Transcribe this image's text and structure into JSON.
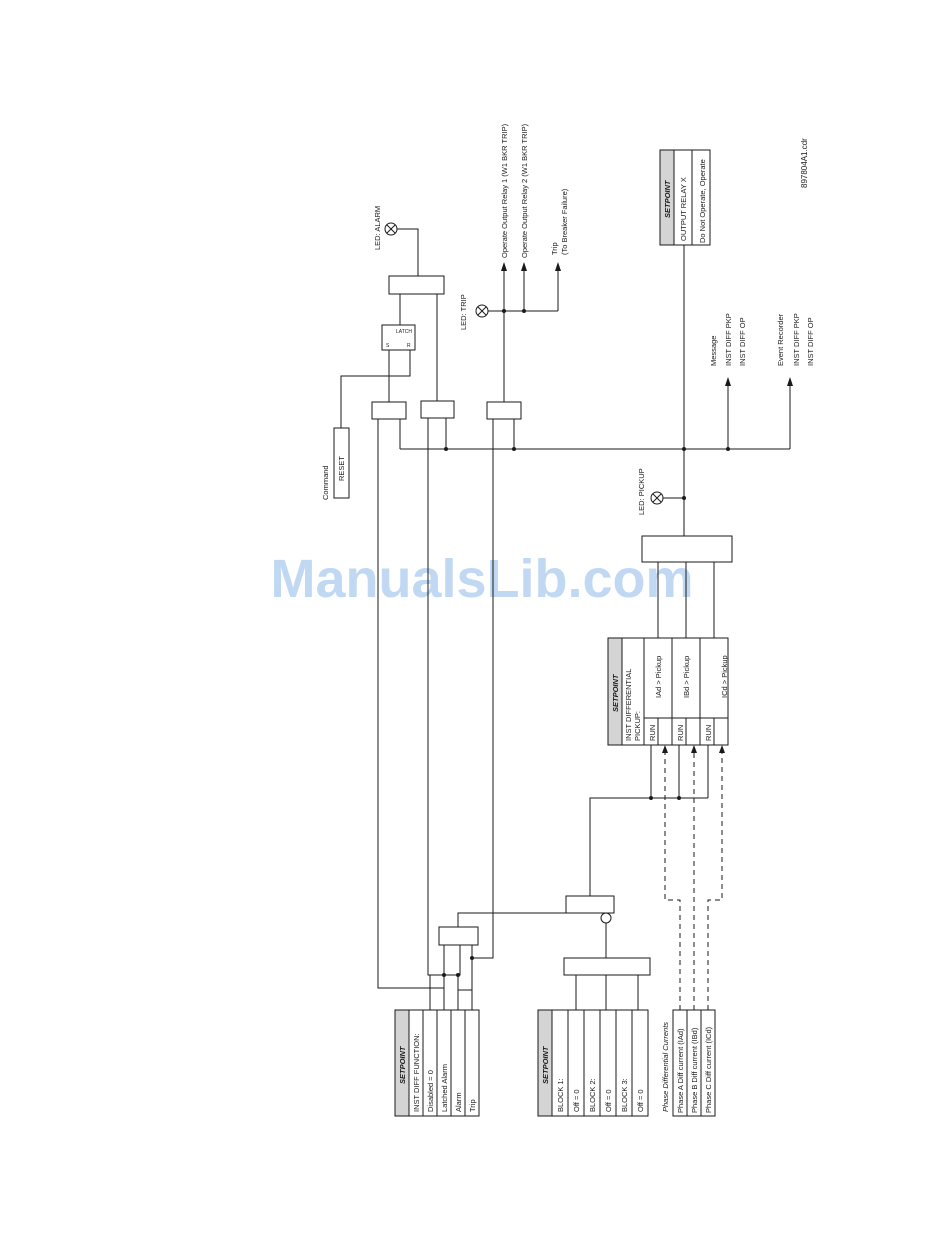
{
  "figure_id": "897804A1.cdr",
  "watermark": "ManualsLib.com",
  "setpoint_header": "SETPOINT",
  "setpoint_function": {
    "title": "INST DIFF FUNCTION:",
    "options": [
      "Disabled = 0",
      "Latched Alarm",
      "Alarm",
      "Trip"
    ]
  },
  "setpoint_block": {
    "items": [
      "BLOCK 1:",
      "Off = 0",
      "BLOCK 2:",
      "Off = 0",
      "BLOCK 3:",
      "Off = 0"
    ]
  },
  "diff_currents": {
    "title": "Phase Differential Currents",
    "items": [
      "Phase A Diff current (IAd)",
      "Phase B Diff current (IBd)",
      "Phase C Diff current (ICd)"
    ]
  },
  "setpoint_pickup": {
    "title_line1": "INST DIFFERENTIAL",
    "title_line2": "PICKUP:",
    "run": "RUN",
    "conditions": [
      "IAd > Pickup",
      "IBd > Pickup",
      "ICd > Pickup"
    ]
  },
  "setpoint_relay": {
    "title": "OUTPUT RELAY X",
    "option": "Do Not Operate, Operate"
  },
  "command": {
    "label": "Command",
    "reset": "RESET"
  },
  "latch": {
    "title": "LATCH",
    "s": "S",
    "r": "R"
  },
  "leds": {
    "alarm": "LED: ALARM",
    "trip": "LED: TRIP",
    "pickup": "LED: PICKUP"
  },
  "outputs": {
    "relay1": "Operate Output Relay 1 (W1 BKR TRIP)",
    "relay2": "Operate Output Relay 2 (W1 BKR TRIP)",
    "trip": "Trip",
    "trip_sub": "(To Breaker Failure)"
  },
  "message": {
    "title": "Message",
    "lines": [
      "INST DIFF  PKP",
      "INST DIFF  OP"
    ]
  },
  "event": {
    "title": "Event Recorder",
    "lines": [
      "INST DIFF  PKP",
      "INST DIFF  OP"
    ]
  }
}
